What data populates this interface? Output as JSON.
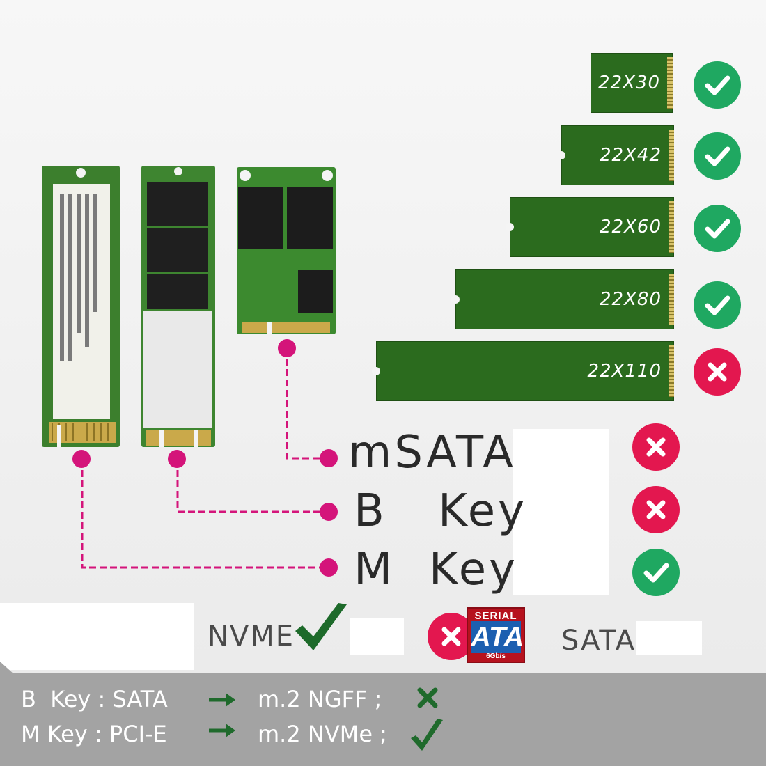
{
  "sizes": [
    {
      "label": "22X30",
      "supported": true
    },
    {
      "label": "22X42",
      "supported": true
    },
    {
      "label": "22X60",
      "supported": true
    },
    {
      "label": "22X80",
      "supported": true
    },
    {
      "label": "22X110",
      "supported": false
    }
  ],
  "key_types": [
    {
      "label": "mSATA",
      "supported": false
    },
    {
      "label": "B   Key",
      "supported": false
    },
    {
      "label": "M  Key",
      "supported": true
    }
  ],
  "protocols": {
    "nvme_label": "NVME",
    "nvme_supported": true,
    "sata_label": "SATA",
    "sata_supported": false,
    "sata_logo_top": "SERIAL",
    "sata_logo_main": "ATA",
    "sata_logo_speed": "6Gb/s"
  },
  "notes": [
    {
      "key": "B  Key : SATA",
      "target": "m.2 NGFF ;",
      "supported": false
    },
    {
      "key": "M Key : PCI-E",
      "target": "m.2 NVMe ;",
      "supported": true
    }
  ],
  "colors": {
    "pcb_green": "#2b6b1e",
    "ok": "#1fa861",
    "no": "#e3174f",
    "connector": "#d4147a",
    "check_dark": "#1d6a2a"
  }
}
